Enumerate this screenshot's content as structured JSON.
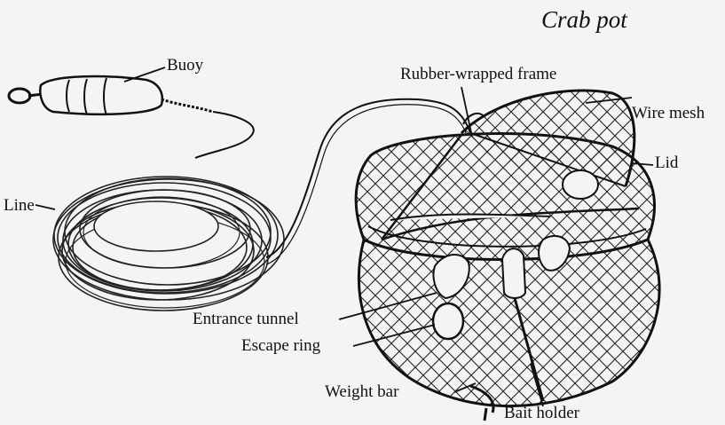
{
  "title": "Crab pot",
  "labels": {
    "buoy": "Buoy",
    "line": "Line",
    "rubber_wrapped_frame": "Rubber-wrapped frame",
    "wire_mesh": "Wire mesh",
    "lid": "Lid",
    "entrance_tunnel": "Entrance tunnel",
    "escape_ring": "Escape ring",
    "weight_bar": "Weight bar",
    "bait_holder": "Bait holder"
  }
}
